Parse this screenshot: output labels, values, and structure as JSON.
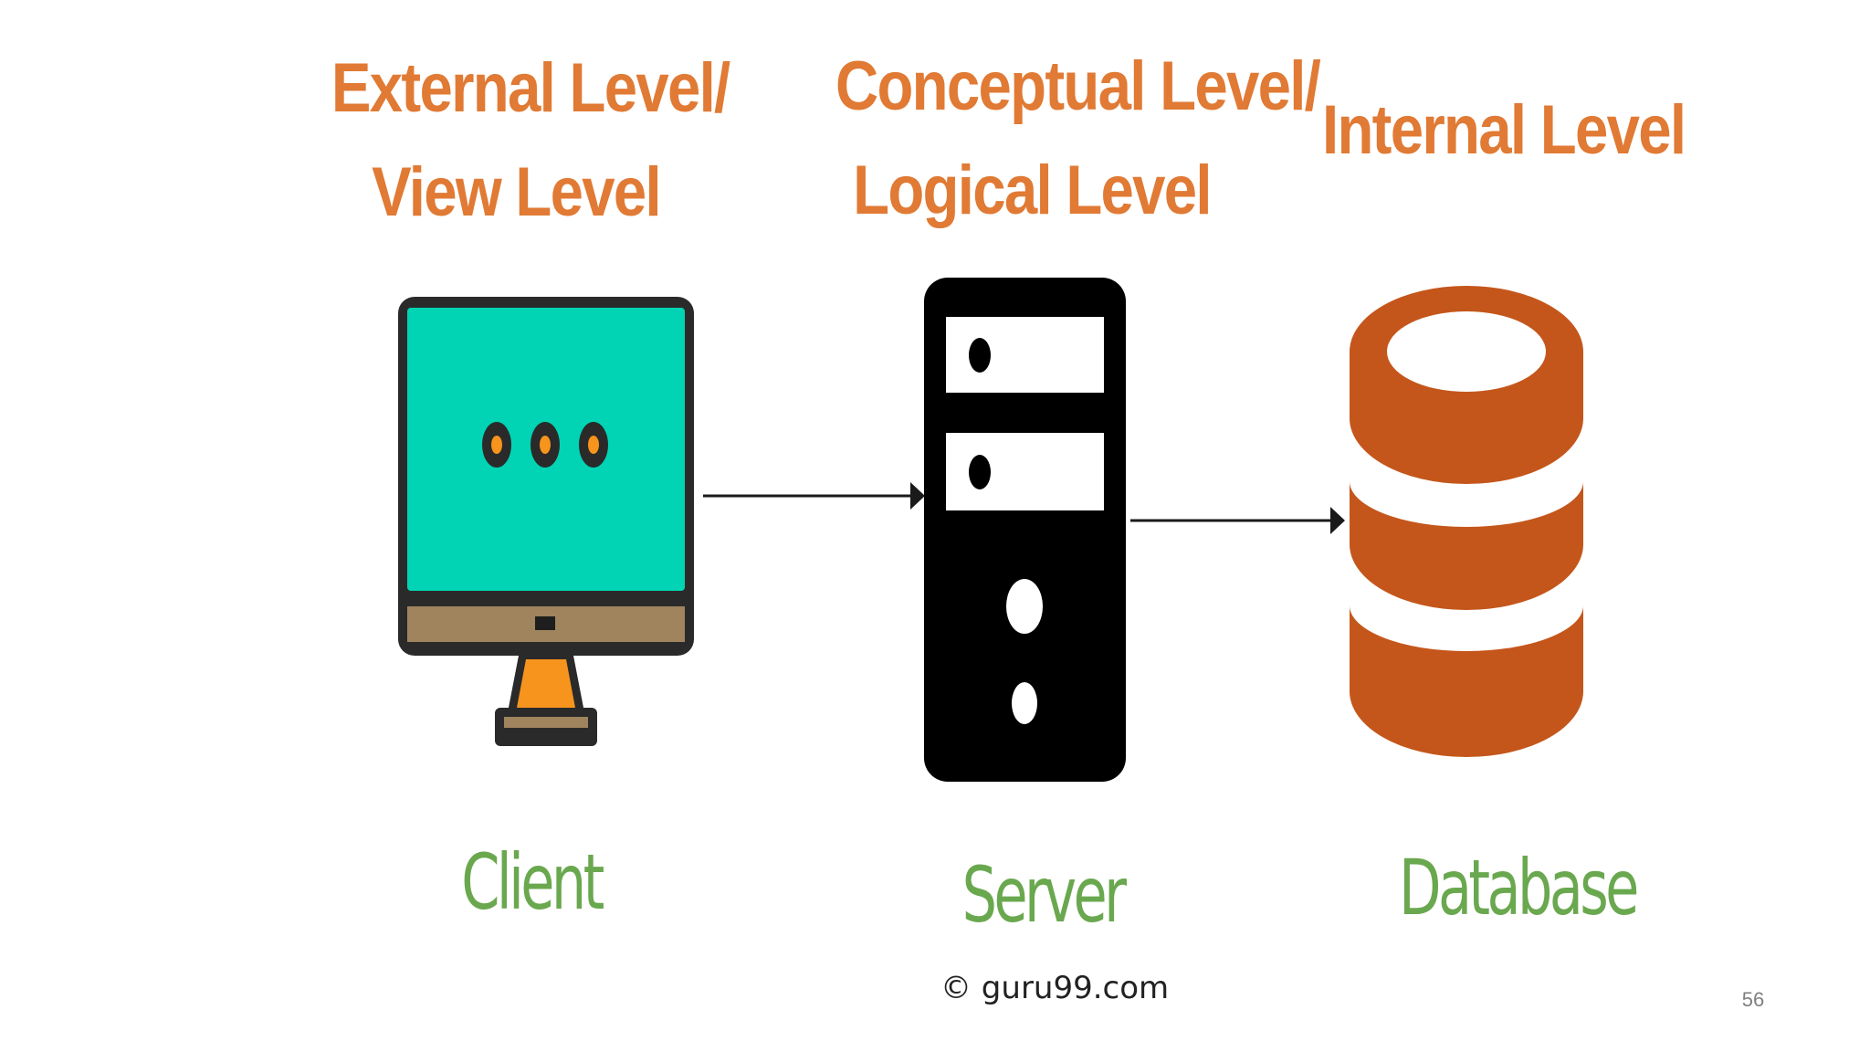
{
  "levels": {
    "external": {
      "line1": "External Level/",
      "line2": "View Level"
    },
    "conceptual": {
      "line1": "Conceptual Level/",
      "line2": "Logical Level"
    },
    "internal": {
      "line1": "Internal Level"
    }
  },
  "nodes": {
    "client": "Client",
    "server": "Server",
    "database": "Database"
  },
  "watermark": "© guru99.com",
  "page_number": "56",
  "colors": {
    "heading": "#e07a34",
    "node_label": "#6aa84f",
    "monitor_screen": "#00d4b4",
    "monitor_frame": "#2a2a2a",
    "monitor_chin": "#a0845e",
    "monitor_stand": "#f7941d",
    "server_body": "#000000",
    "database": "#c4561b",
    "arrow": "#1a1a1a"
  },
  "icons": {
    "client": "desktop-monitor-icon",
    "server": "server-tower-icon",
    "database": "database-cylinder-icon"
  }
}
